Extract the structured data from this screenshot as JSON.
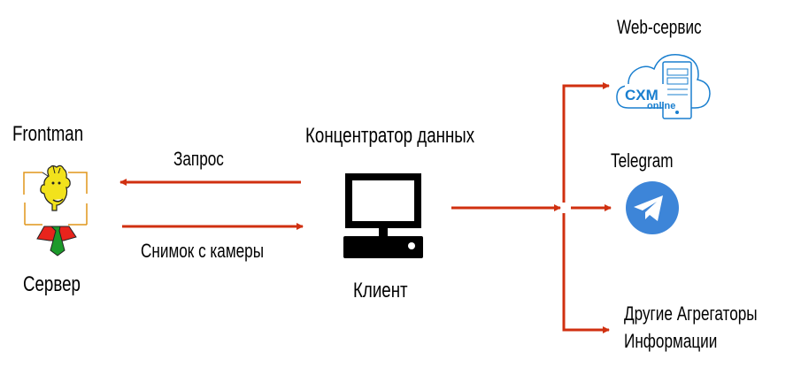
{
  "server": {
    "title": "Frontman",
    "caption": "Сервер"
  },
  "client": {
    "title": "Концентратор данных",
    "caption": "Клиент"
  },
  "arrows": {
    "request": "Запрос",
    "snapshot": "Снимок с камеры"
  },
  "targets": {
    "web": {
      "title": "Web-сервис",
      "logo_text": "CXM",
      "logo_sub": "online"
    },
    "telegram": {
      "title": "Telegram"
    },
    "other": {
      "line1": "Другие Агрегаторы",
      "line2": "Информации"
    }
  },
  "colors": {
    "arrow": "#d03010",
    "logo": "#1a7fcf",
    "telegram": "#3d85d8"
  }
}
